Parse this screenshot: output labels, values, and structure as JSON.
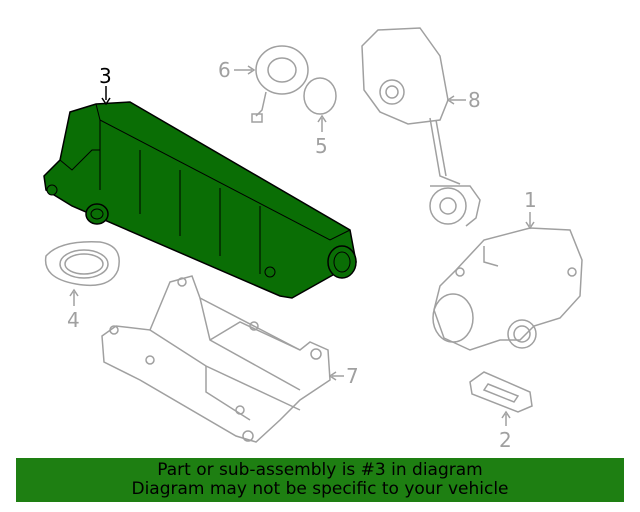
{
  "callouts": {
    "c1": "1",
    "c2": "2",
    "c3": "3",
    "c4": "4",
    "c5": "5",
    "c6": "6",
    "c7": "7",
    "c8": "8"
  },
  "footer": {
    "line1": "Part or sub-assembly is #3 in diagram",
    "line2": "Diagram may not be specific to your vehicle"
  },
  "colors": {
    "highlight": "#0a6e05",
    "banner": "#1e7f12",
    "line": "#a0a0a0"
  }
}
